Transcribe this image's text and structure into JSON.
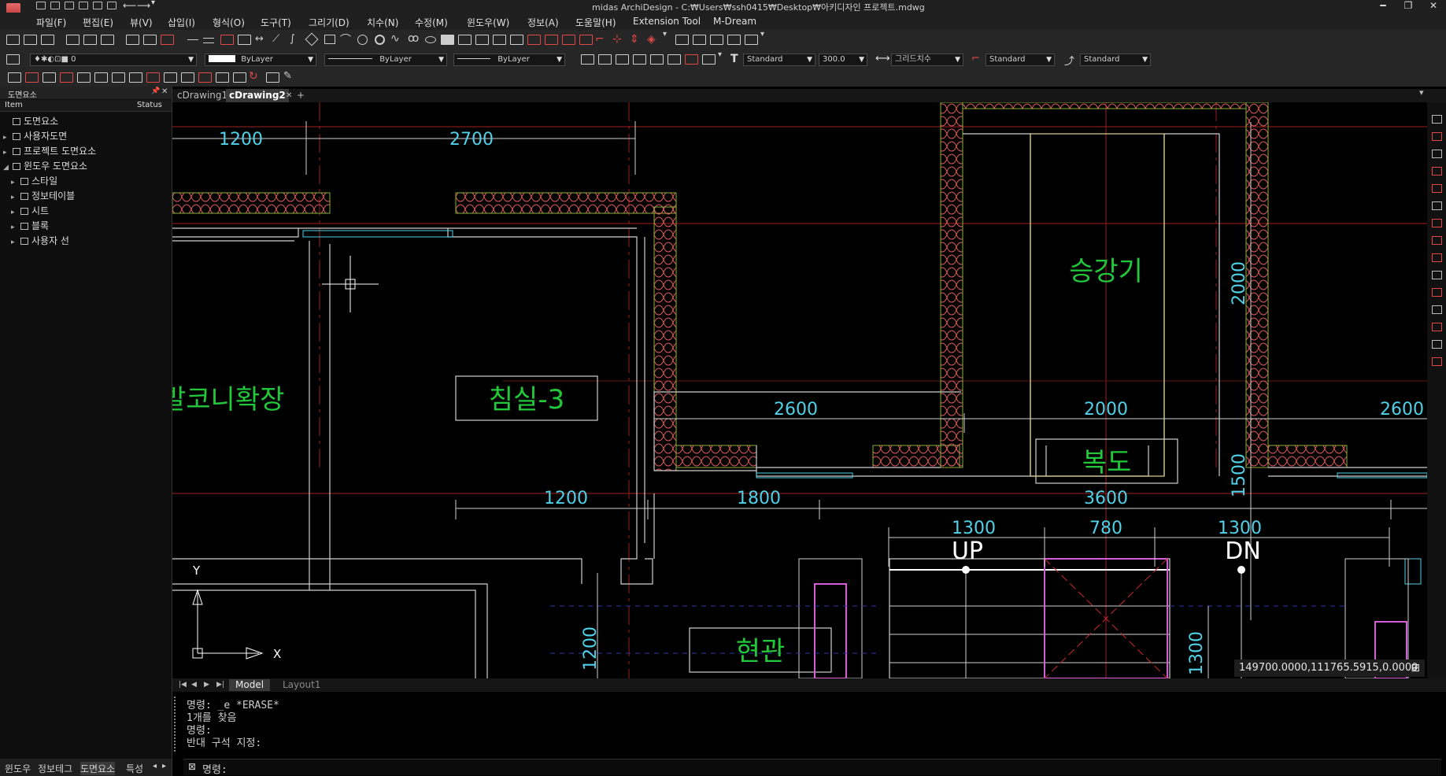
{
  "window": {
    "title": "midas ArchiDesign - C:₩Users₩ssh0415₩Desktop₩아키디자인 프로젝트.mdwg",
    "minimize": "━",
    "restore": "❐",
    "close": "✕"
  },
  "menu": [
    "파일(F)",
    "편집(E)",
    "뷰(V)",
    "삽입(I)",
    "형식(O)",
    "도구(T)",
    "그리기(D)",
    "치수(N)",
    "수정(M)",
    "윈도우(W)",
    "정보(A)",
    "도움말(H)",
    "Extension Tool",
    "M-Dream"
  ],
  "toolbar": {
    "layer_value": "0",
    "color_value": "ByLayer",
    "linetype_value": "ByLayer",
    "lineweight_value": "ByLayer",
    "text_style": "Standard",
    "text_height": "300.0",
    "dim_label": "그리드치수",
    "dim_style": "Standard",
    "leader_style": "Standard"
  },
  "left_panel": {
    "title": "도면요소",
    "pin": "📌",
    "close": "✕",
    "col_item": "Item",
    "col_status": "Status",
    "tree": [
      {
        "label": "도면요소",
        "level": 0,
        "expand": ""
      },
      {
        "label": "사용자도면",
        "level": 1,
        "expand": "▸"
      },
      {
        "label": "프로젝트 도면요소",
        "level": 1,
        "expand": "▸"
      },
      {
        "label": "윈도우 도면요소",
        "level": 1,
        "expand": "◢"
      },
      {
        "label": "스타일",
        "level": 2,
        "expand": "▸"
      },
      {
        "label": "정보테이블",
        "level": 2,
        "expand": "▸"
      },
      {
        "label": "시트",
        "level": 2,
        "expand": "▸"
      },
      {
        "label": "블록",
        "level": 2,
        "expand": "▸"
      },
      {
        "label": "사용자 선",
        "level": 2,
        "expand": "▸"
      }
    ],
    "bottom_tabs": [
      "윈도우",
      "정보테그",
      "도면요소",
      "특성"
    ],
    "bottom_active": "도면요소"
  },
  "doc_tabs": {
    "tabs": [
      "cDrawing1",
      "cDrawing2"
    ],
    "active": "cDrawing2",
    "close_glyph": "✕",
    "add_glyph": "+",
    "menu_glyph": "▾"
  },
  "drawing": {
    "rooms": {
      "elevator": "승강기",
      "bedroom": "침실-3",
      "balcony": "발코니확장",
      "corridor": "복도",
      "entrance": "현관"
    },
    "stair": {
      "up": "UP",
      "dn": "DN"
    },
    "dims": {
      "d1200_top": "1200",
      "d2700": "2700",
      "d2000_v": "2000",
      "d2600_a": "2600",
      "d2000_h": "2000",
      "d2600_b": "2600",
      "d1500_v": "1500",
      "d1200_mid": "1200",
      "d1800": "1800",
      "d3600": "3600",
      "d1300_a": "1300",
      "d780": "780",
      "d1300_b": "1300",
      "d1200_v": "1200",
      "d1300_v": "1300"
    },
    "ucs": {
      "x": "X",
      "y": "Y"
    }
  },
  "layout_tabs": {
    "nav": [
      "|◀",
      "◀",
      "▶",
      "▶|"
    ],
    "tabs": [
      "Model",
      "Layout1"
    ],
    "active": "Model"
  },
  "coordinates": "149700.0000,111765.5915,0.0000",
  "command": {
    "history": [
      "명령: _e *ERASE*",
      "1개를 찾음",
      "명령:",
      "반대 구석 지정:"
    ],
    "prompt": "명령:"
  },
  "colors": {
    "dimension": "#4fd1e8",
    "room_text": "#22c83a",
    "centerline": "#d42a2a",
    "insulation": "#e05a5a",
    "wall_outline": "#cfcfcf"
  }
}
